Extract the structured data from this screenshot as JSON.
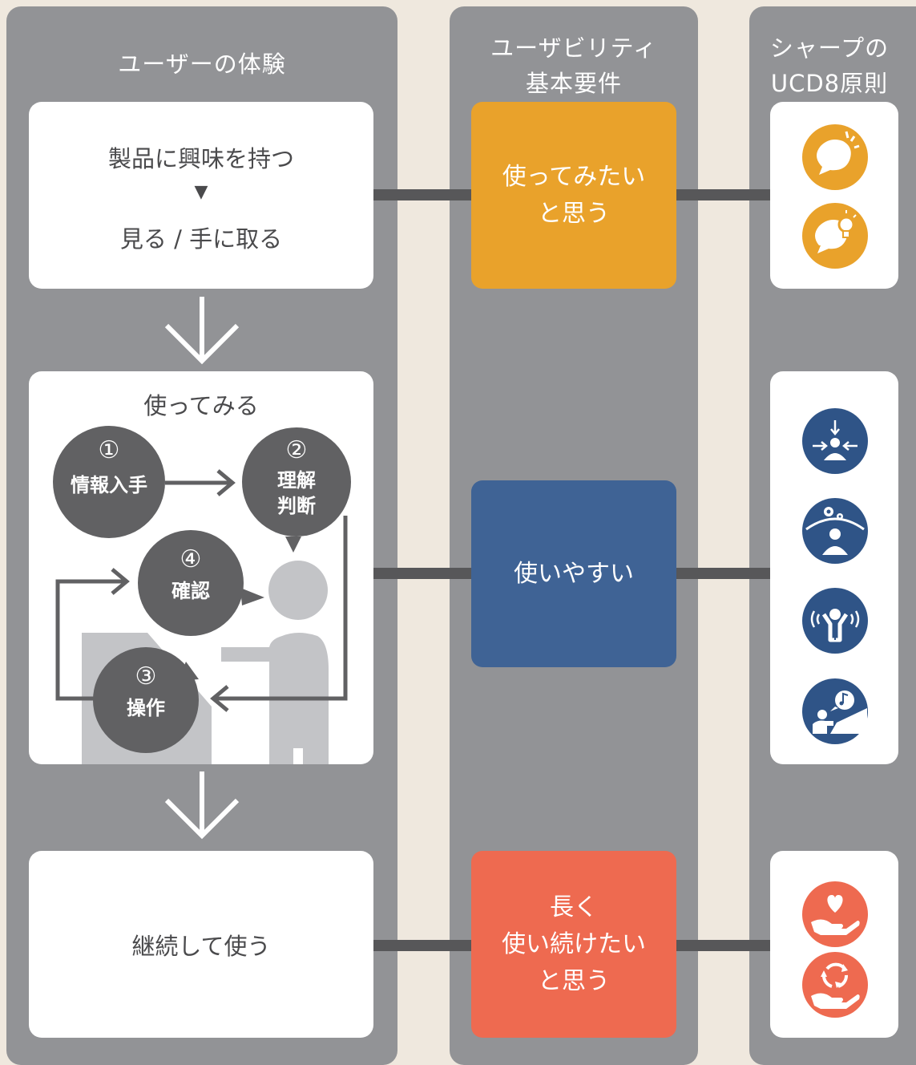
{
  "columns": {
    "experience": {
      "title": "ユーザーの体験"
    },
    "requirements": {
      "title_line1": "ユーザビリティ",
      "title_line2": "基本要件"
    },
    "principles": {
      "title_line1": "シャープの",
      "title_line2": "UCD8原則"
    }
  },
  "experience": {
    "stage1": {
      "line1": "製品に興味を持つ",
      "marker": "▼",
      "line2": "見る / 手に取る"
    },
    "stage2": {
      "title": "使ってみる",
      "steps": [
        {
          "num": "①",
          "label_line1": "情報入手",
          "label_line2": ""
        },
        {
          "num": "②",
          "label_line1": "理解",
          "label_line2": "判断"
        },
        {
          "num": "③",
          "label_line1": "操作",
          "label_line2": ""
        },
        {
          "num": "④",
          "label_line1": "確認",
          "label_line2": ""
        }
      ]
    },
    "stage3": {
      "text": "継続して使う"
    }
  },
  "requirements": [
    {
      "line1": "使ってみたい",
      "line2": "と思う",
      "line3": "",
      "color": "#e9a22b"
    },
    {
      "line1": "使いやすい",
      "line2": "",
      "line3": "",
      "color": "#3f6395"
    },
    {
      "line1": "長く",
      "line2": "使い続けたい",
      "line3": "と思う",
      "color": "#ee6a50"
    }
  ],
  "principle_icons": [
    {
      "name": "speech-bubble-icon",
      "color": "#e9a22b"
    },
    {
      "name": "lightbulb-bubble-icon",
      "color": "#e9a22b"
    },
    {
      "name": "focus-person-icon",
      "color": "#2f5487"
    },
    {
      "name": "gears-person-icon",
      "color": "#2f5487"
    },
    {
      "name": "cheering-person-icon",
      "color": "#2f5487"
    },
    {
      "name": "music-person-icon",
      "color": "#2f5487"
    },
    {
      "name": "heart-hand-icon",
      "color": "#ee6a50"
    },
    {
      "name": "recycle-hand-icon",
      "color": "#ee6a50"
    }
  ],
  "colors": {
    "background": "#efe8de",
    "column": "#929396",
    "connector": "#575759",
    "step_circle": "#616163",
    "figure": "#c3c4c7"
  }
}
